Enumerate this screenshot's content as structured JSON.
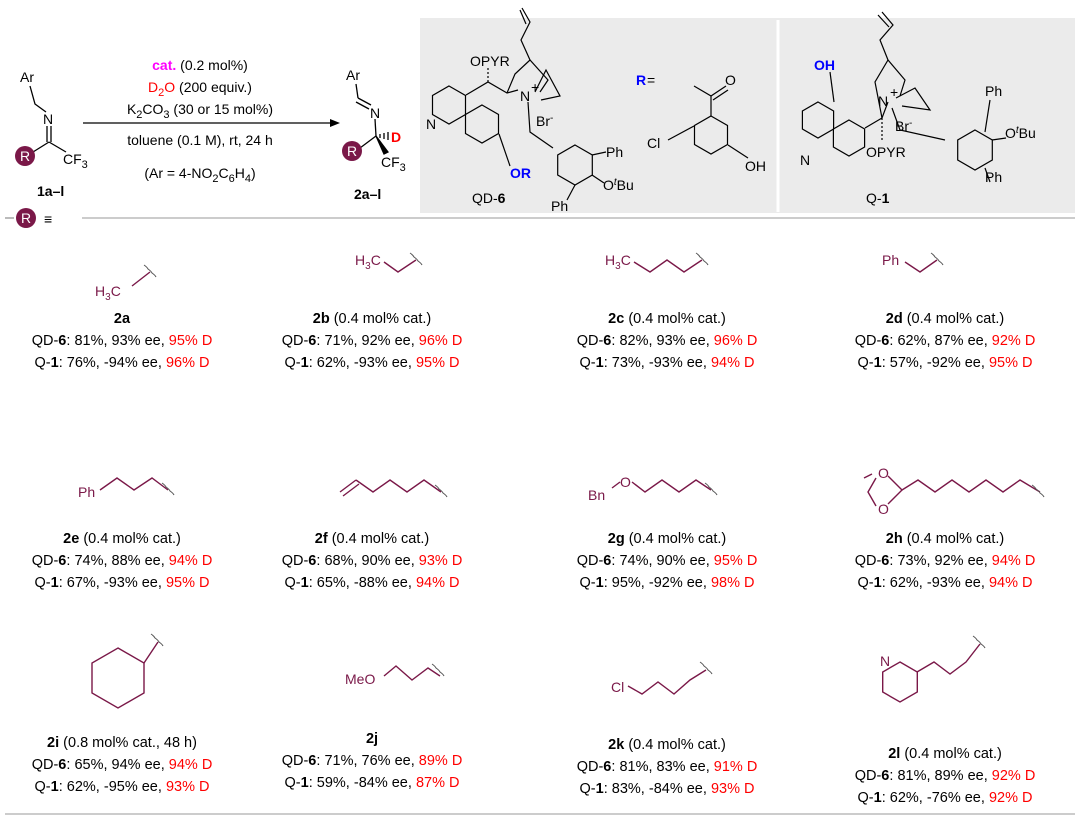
{
  "colors": {
    "catalyst": "#ff00ff",
    "deuterium": "#ff0000",
    "substituent": "#7a1848",
    "highlight": "#0000ff",
    "panel": "#ebebeb"
  },
  "reaction": {
    "substrate": {
      "ar": "Ar",
      "n": "N",
      "r": "R",
      "cf": "CF",
      "cf_sub": "3",
      "label": "1a–l"
    },
    "product": {
      "ar": "Ar",
      "n": "N",
      "r": "R",
      "d": "D",
      "cf": "CF",
      "cf_sub": "3",
      "label": "2a–l"
    },
    "conditions": {
      "cat": "cat.",
      "cat_amount": " (0.2 mol%)",
      "d2o_a": "D",
      "d2o_sub": "2",
      "d2o_b": "O",
      "d2o_amount": " (200 equiv.)",
      "k_a": "K",
      "k_sub1": "2",
      "k_b": "CO",
      "k_sub2": "3",
      "k_amount": " (30 or 15 mol%)",
      "solvent": "toluene (0.1 M), rt, 24 h",
      "ar_a": "(Ar = 4-NO",
      "ar_s1": "2",
      "ar_b": "C",
      "ar_s2": "6",
      "ar_c": "H",
      "ar_s3": "4",
      "ar_d": ")"
    },
    "r_legend": {
      "r": "R",
      "symbol": "≡"
    }
  },
  "catalysts": {
    "qd6": {
      "opyr": "OPYR",
      "n": "N",
      "nplus": "+",
      "br": "Br",
      "brminus": "-",
      "qn": "N",
      "or": "OR",
      "ph1": "Ph",
      "ph2": "Ph",
      "o": "O",
      "t": "t",
      "bu": "Bu",
      "label_a": "QD-",
      "label_b": "6"
    },
    "r_def": {
      "r": "R",
      "eq": " =",
      "o": "O",
      "cl": "Cl",
      "oh": "OH"
    },
    "q1": {
      "oh": "OH",
      "n": "N",
      "nplus": "+",
      "br": "Br",
      "brminus": "-",
      "qn": "N",
      "opyr": "OPYR",
      "ph1": "Ph",
      "ph2": "Ph",
      "o": "O",
      "t": "t",
      "bu": "Bu",
      "label_a": "Q-",
      "label_b": "1"
    }
  },
  "substituents": {
    "2a": {
      "h": "H",
      "sub": "3",
      "c": "C"
    },
    "2b": {
      "h": "H",
      "sub": "3",
      "c": "C"
    },
    "2c": {
      "h": "H",
      "sub": "3",
      "c": "C"
    },
    "2d": {
      "ph": "Ph"
    },
    "2e": {
      "ph": "Ph"
    },
    "2g": {
      "bn": "Bn",
      "o": "O"
    },
    "2h": {
      "o1": "O",
      "o2": "O"
    },
    "2j": {
      "meo": "MeO"
    },
    "2k": {
      "cl": "Cl"
    },
    "2l": {
      "n": "N"
    }
  },
  "catalyst_names": {
    "qd_a": "QD-",
    "qd_b": "6",
    "q_a": "Q-",
    "q_b": "1"
  },
  "entries": [
    {
      "id": "2a",
      "note": "",
      "qd": "81%, 93% ee,",
      "qd_d": "95% D",
      "q": "76%, -94% ee,",
      "q_d": "96% D"
    },
    {
      "id": "2b",
      "note": "(0.4 mol% cat.)",
      "qd": "71%, 92% ee,",
      "qd_d": "96% D",
      "q": "62%, -93% ee,",
      "q_d": "95% D"
    },
    {
      "id": "2c",
      "note": "(0.4 mol% cat.)",
      "qd": "82%, 93% ee,",
      "qd_d": "96% D",
      "q": "73%, -93% ee,",
      "q_d": "94% D"
    },
    {
      "id": "2d",
      "note": "(0.4 mol% cat.)",
      "qd": "62%, 87% ee,",
      "qd_d": "92% D",
      "q": "57%, -92% ee,",
      "q_d": "95% D"
    },
    {
      "id": "2e",
      "note": "(0.4 mol% cat.)",
      "qd": "74%, 88% ee,",
      "qd_d": "94% D",
      "q": "67%, -93% ee,",
      "q_d": "95% D"
    },
    {
      "id": "2f",
      "note": "(0.4 mol% cat.)",
      "qd": "68%, 90% ee,",
      "qd_d": "93% D",
      "q": "65%, -88% ee,",
      "q_d": "94% D"
    },
    {
      "id": "2g",
      "note": "(0.4 mol% cat.)",
      "qd": "74%, 90% ee,",
      "qd_d": "95% D",
      "q": "95%, -92% ee,",
      "q_d": "98% D"
    },
    {
      "id": "2h",
      "note": "(0.4 mol% cat.)",
      "qd": "73%, 92% ee,",
      "qd_d": "94% D",
      "q": "62%, -93% ee,",
      "q_d": "94% D"
    },
    {
      "id": "2i",
      "note": "(0.8 mol% cat., 48 h)",
      "qd": "65%, 94% ee,",
      "qd_d": "94% D",
      "q": "62%, -95% ee,",
      "q_d": "93% D"
    },
    {
      "id": "2j",
      "note": "",
      "qd": "71%, 76% ee,",
      "qd_d": "89% D",
      "q": "59%, -84% ee,",
      "q_d": "87% D"
    },
    {
      "id": "2k",
      "note": "(0.4 mol% cat.)",
      "qd": "81%, 83% ee,",
      "qd_d": "91% D",
      "q": "83%, -84% ee,",
      "q_d": "93% D"
    },
    {
      "id": "2l",
      "note": "(0.4 mol% cat.)",
      "qd": "81%, 89% ee,",
      "qd_d": "92% D",
      "q": "62%, -76% ee,",
      "q_d": "92% D"
    }
  ]
}
